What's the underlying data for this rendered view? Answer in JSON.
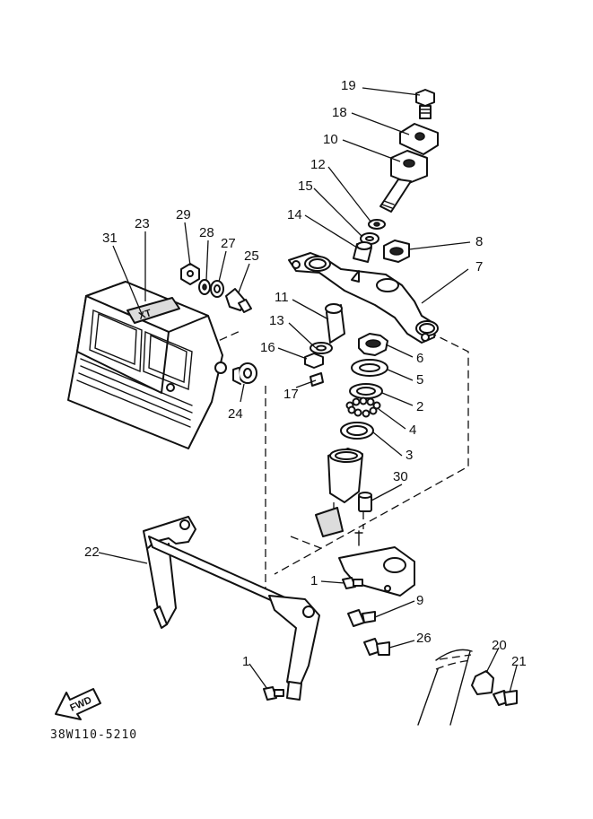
{
  "diagram_code": "38W110-5210",
  "fwd_label": "FWD",
  "headlight_emblem": "XT",
  "callouts": {
    "c1a": "1",
    "c1b": "1",
    "c2": "2",
    "c3": "3",
    "c4": "4",
    "c5": "5",
    "c6": "6",
    "c7": "7",
    "c8": "8",
    "c9": "9",
    "c10": "10",
    "c11": "11",
    "c12": "12",
    "c13": "13",
    "c14": "14",
    "c15": "15",
    "c16": "16",
    "c17": "17",
    "c18": "18",
    "c19": "19",
    "c20": "20",
    "c21": "21",
    "c22": "22",
    "c23": "23",
    "c24": "24",
    "c25": "25",
    "c26": "26",
    "c27": "27",
    "c28": "28",
    "c29": "29",
    "c30": "30",
    "c31": "31"
  }
}
